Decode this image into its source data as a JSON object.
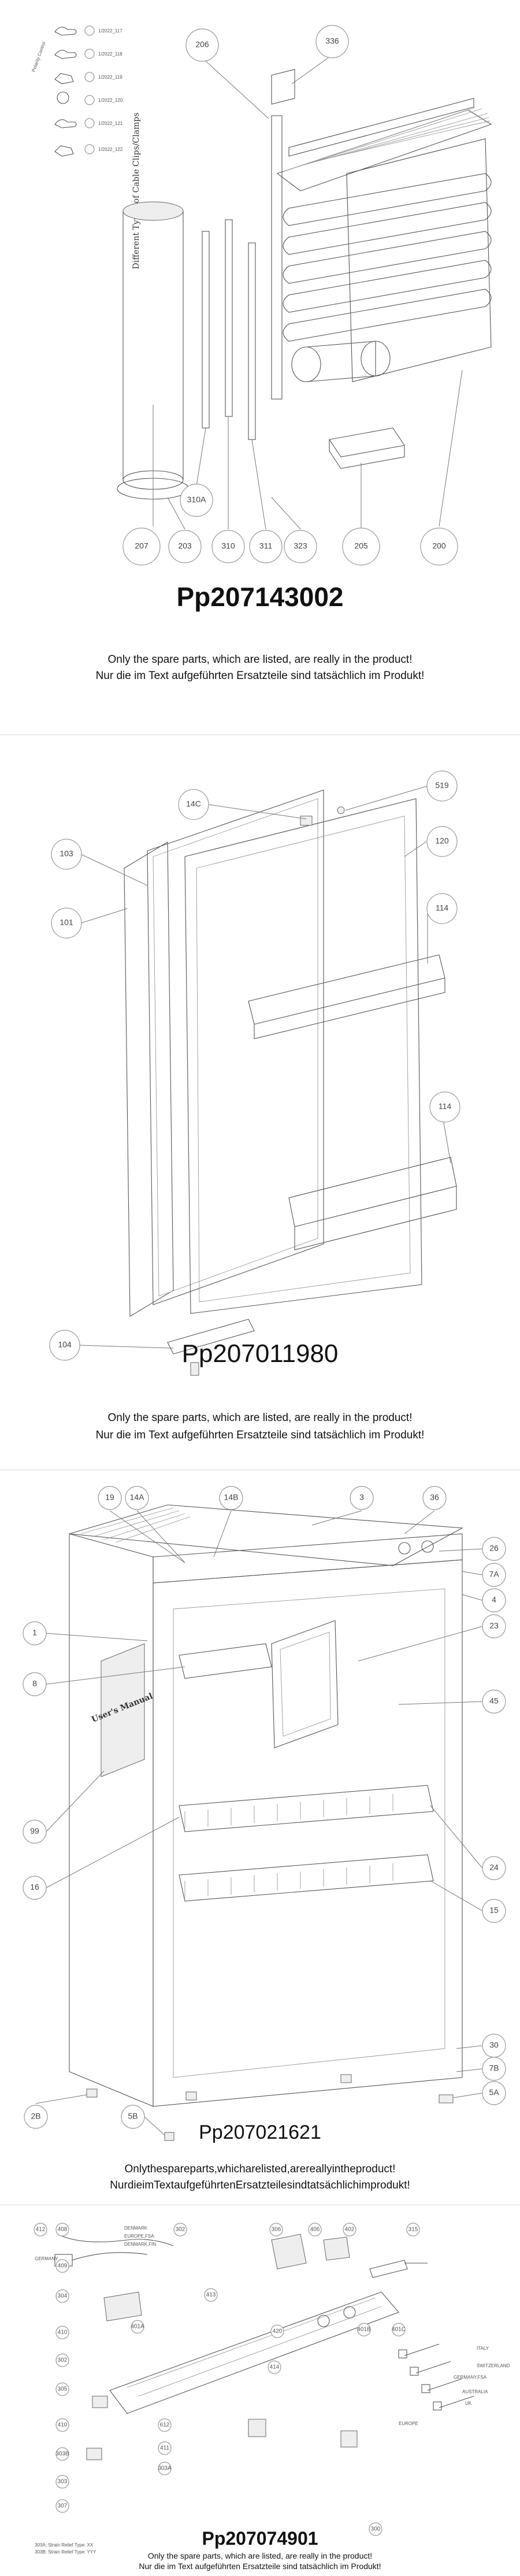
{
  "sections": [
    {
      "part_number": "Pp207143002",
      "note_en": "Only the spare parts, which are listed, are really in the product!",
      "note_de": "Nur die im Text aufgeführten Ersatzteile sind tatsächlich im Produkt!",
      "side_title": "Different Types of Cable Clips/Clamps",
      "side_label": "Polarity Control",
      "clip_labels": [
        "1/2022_117",
        "1/2022_118",
        "1/2022_119",
        "1/2022_120",
        "1/2022_121",
        "1/2022_122"
      ],
      "callouts": [
        "206",
        "336",
        "310A",
        "207",
        "203",
        "310",
        "311",
        "323",
        "205",
        "200"
      ]
    },
    {
      "part_number": "Pp207011980",
      "note_en": "Only the spare parts, which are listed, are really in the product!",
      "note_de": "Nur die im Text aufgeführten Ersatzteile sind tatsächlich im Produkt!",
      "callouts": [
        "14C",
        "519",
        "103",
        "120",
        "101",
        "114",
        "114",
        "104"
      ]
    },
    {
      "part_number": "Pp207021621",
      "note_en": "Onlythespareparts,whicharelisted,arereallyintheproduct!",
      "note_de": "NurdieimTextaufgeführtenErsatzteilesindtatsächlichimprodukt!",
      "manual_label": "User's Manual",
      "callouts": [
        "19",
        "14A",
        "14B",
        "3",
        "36",
        "26",
        "7A",
        "4",
        "1",
        "23",
        "8",
        "45",
        "99",
        "16",
        "24",
        "15",
        "30",
        "7B",
        "5A",
        "2B",
        "5B"
      ]
    },
    {
      "part_number": "Pp207074901",
      "note_en": "Only the spare parts, which are listed, are really in the product!",
      "note_de": "Nur die im Text aufgeführten Ersatzteile sind tatsächlich im Produkt!",
      "callouts": [
        "412",
        "408",
        "302",
        "306",
        "406",
        "402",
        "315",
        "409",
        "304",
        "413",
        "410",
        "401A",
        "420",
        "401B",
        "401C",
        "302",
        "305",
        "410",
        "414",
        "612",
        "411",
        "303A",
        "303B",
        "303",
        "307",
        "300"
      ],
      "small_labels": [
        "DENMARK",
        "EUROPE,FSA",
        "DENMARK,FIN",
        "GERMANY",
        "ITALY",
        "SWITZERLAND",
        "GERMANY,FSA",
        "AUSTRALIA",
        "UK",
        "EUROPE",
        "303A: Strain Relief Type: XX",
        "303B: Strain Relief Type: YYY"
      ]
    }
  ]
}
